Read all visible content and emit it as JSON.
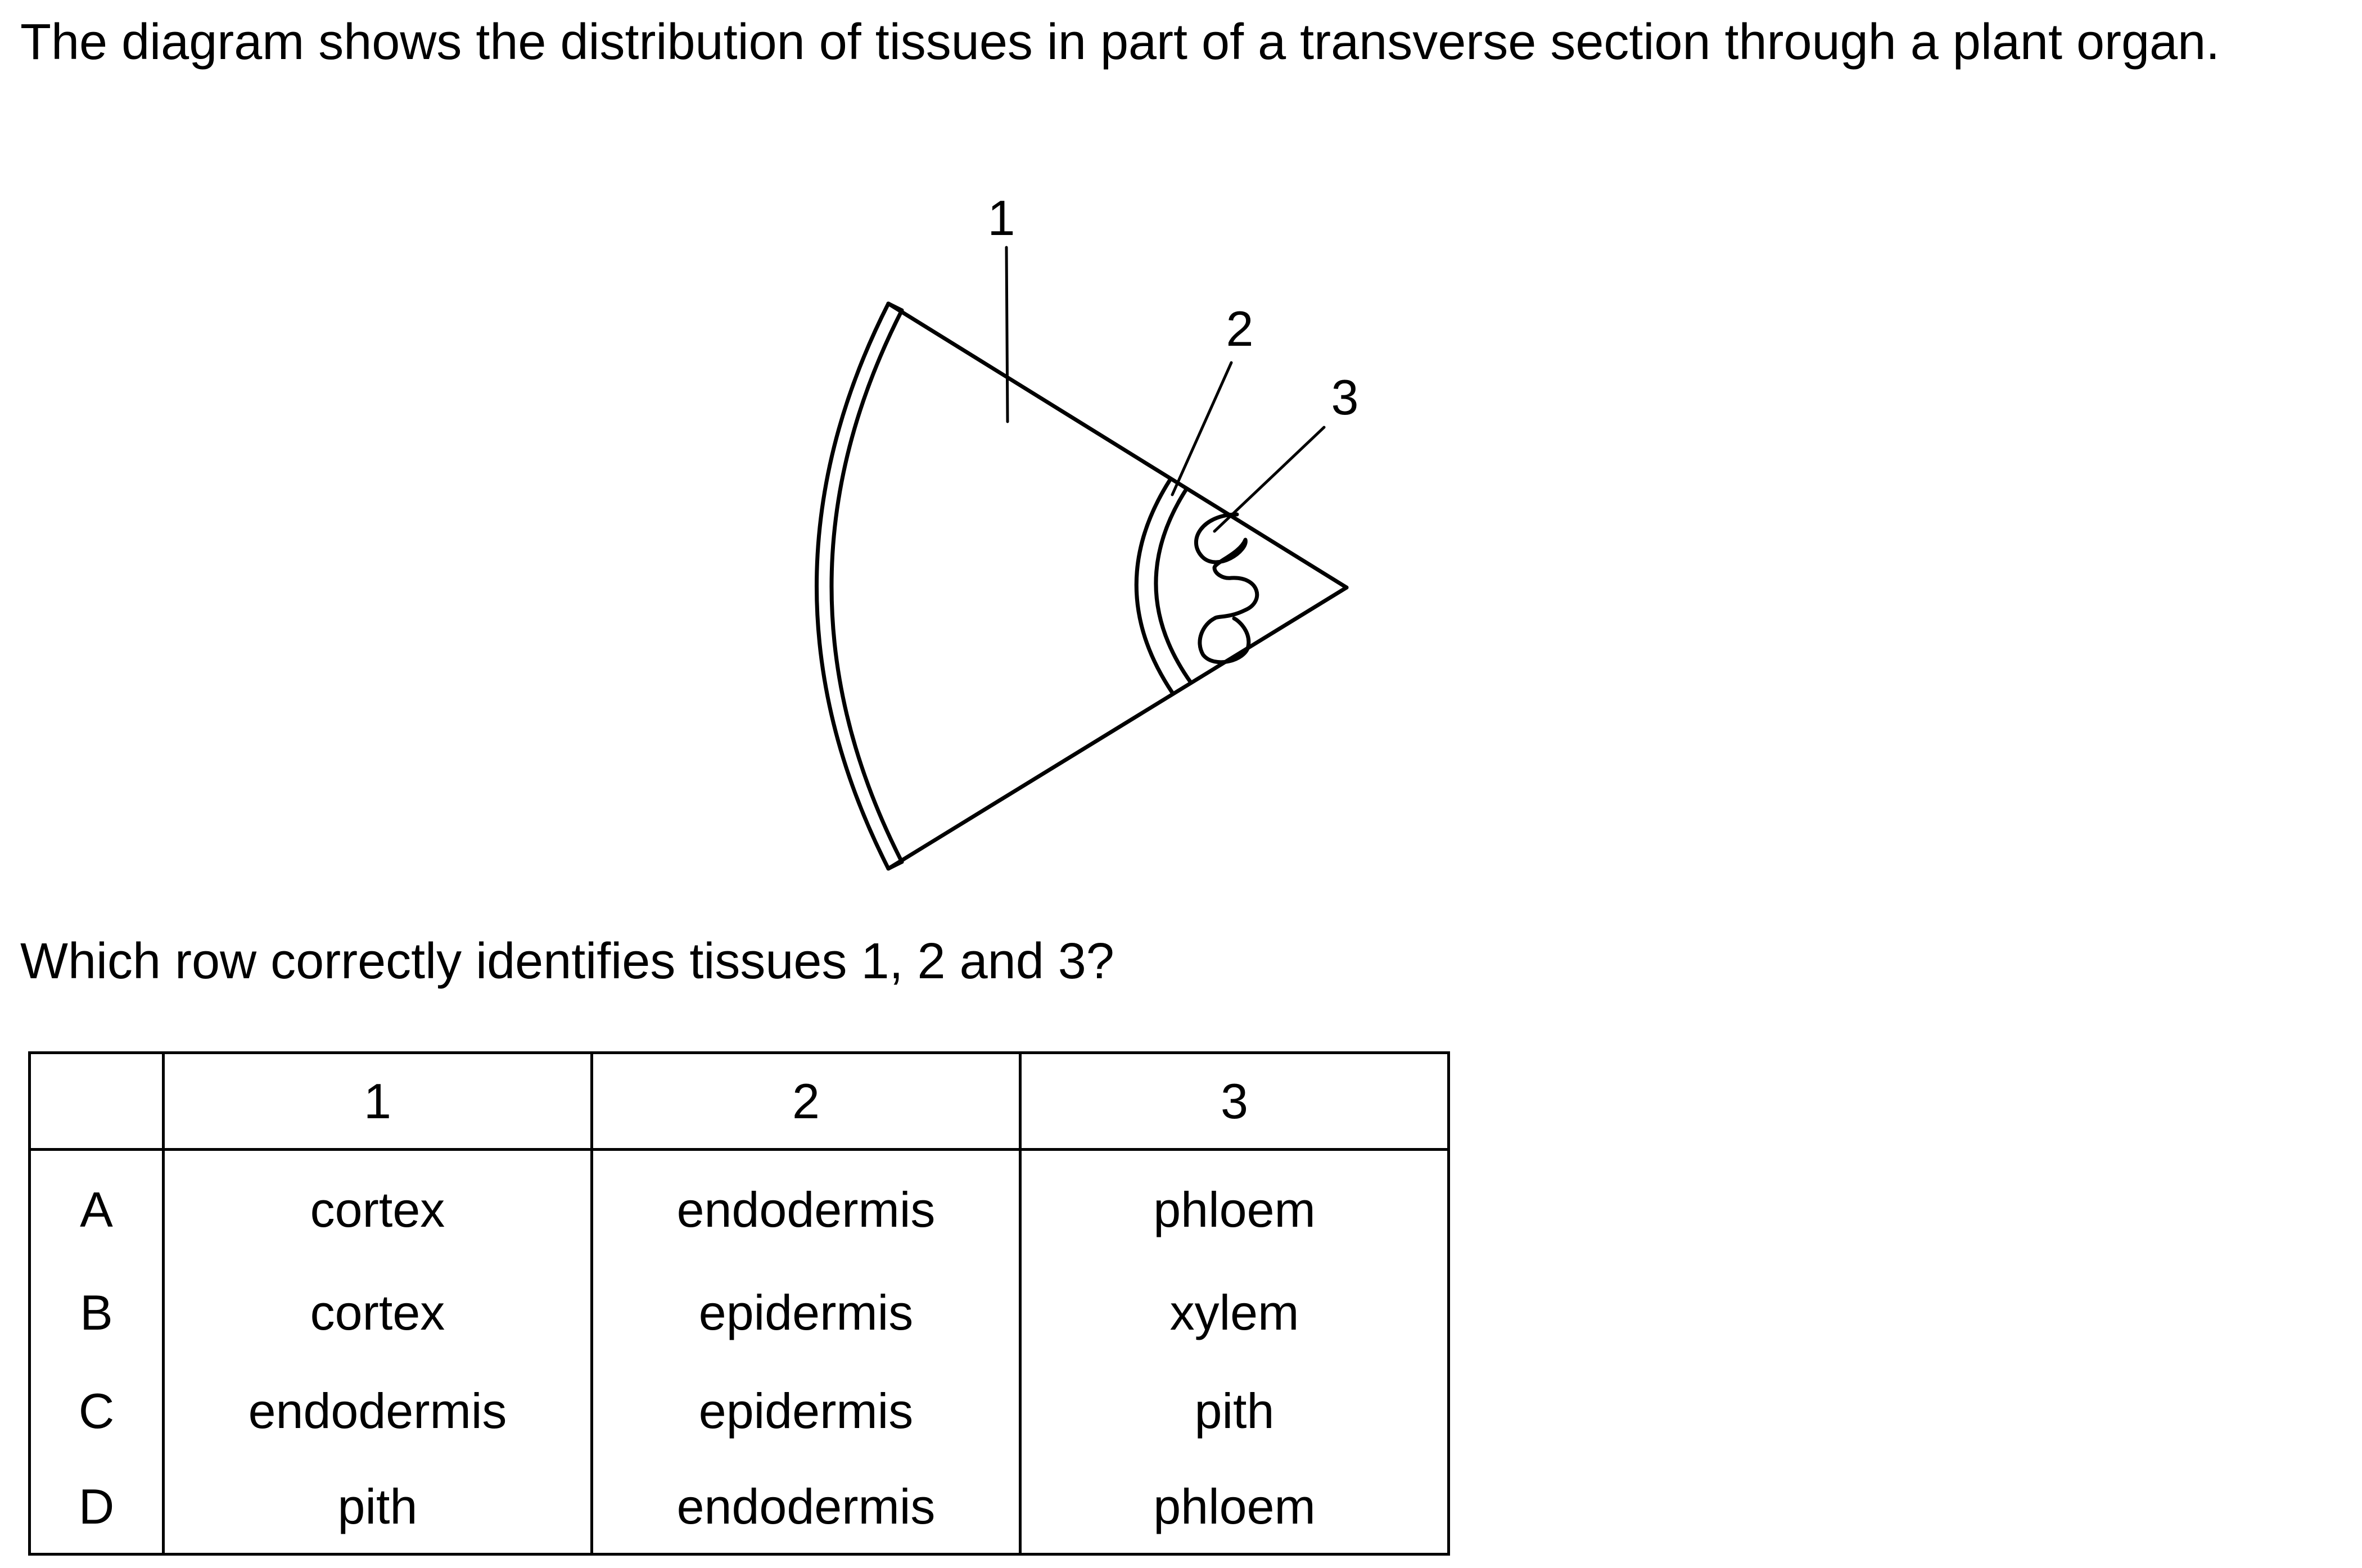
{
  "intro_text": "The diagram shows the distribution of tissues in part of a transverse section through a plant organ.",
  "diagram_labels": {
    "label_1": "1",
    "label_2": "2",
    "label_3": "3"
  },
  "question_text": "Which row correctly identifies tissues 1, 2 and 3?",
  "table": {
    "headers": [
      "",
      "1",
      "2",
      "3"
    ],
    "rows": [
      {
        "key": "A",
        "c1": "cortex",
        "c2": "endodermis",
        "c3": "phloem"
      },
      {
        "key": "B",
        "c1": "cortex",
        "c2": "epidermis",
        "c3": "xylem"
      },
      {
        "key": "C",
        "c1": "endodermis",
        "c2": "epidermis",
        "c3": "pith"
      },
      {
        "key": "D",
        "c1": "pith",
        "c2": "endodermis",
        "c3": "phloem"
      }
    ]
  }
}
